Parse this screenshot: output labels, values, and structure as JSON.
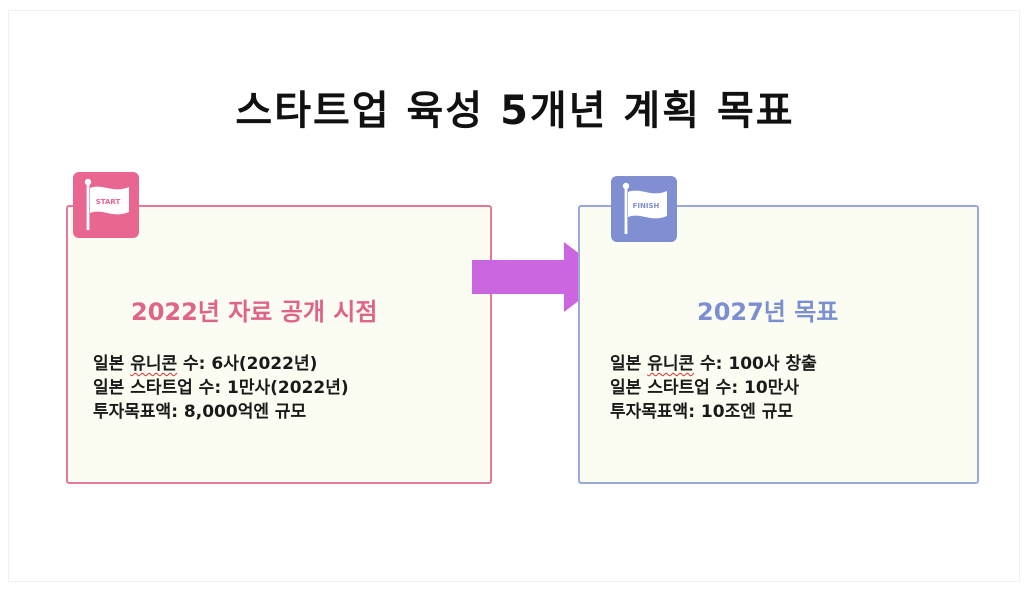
{
  "title": "스타트업 육성 5개년 계획 목표",
  "colors": {
    "start_accent": "#e8668f",
    "finish_accent": "#7f8fd1",
    "arrow": "#cc66e0",
    "card_background": "#fbfdf3"
  },
  "start": {
    "badge_text": "START",
    "badge_icon": "flag-icon",
    "heading": "2022년 자료 공개 시점",
    "lines": [
      {
        "pre": "일본 ",
        "underlined": "유니콘",
        "post": " 수: 6사(2022년)"
      },
      {
        "pre": "일본 스타트업 수: 1만사(2022년)",
        "underlined": "",
        "post": ""
      },
      {
        "pre": "투자목표액: 8,000억엔 규모",
        "underlined": "",
        "post": ""
      }
    ]
  },
  "arrow": {
    "icon": "right-arrow-icon"
  },
  "finish": {
    "badge_text": "FINISH",
    "badge_icon": "flag-icon",
    "heading": "2027년 목표",
    "lines": [
      {
        "pre": "일본 ",
        "underlined": "유니콘",
        "post": " 수: 100사 창출"
      },
      {
        "pre": "일본 스타트업 수: 10만사",
        "underlined": "",
        "post": ""
      },
      {
        "pre": "투자목표액: 10조엔 규모",
        "underlined": "",
        "post": ""
      }
    ]
  }
}
